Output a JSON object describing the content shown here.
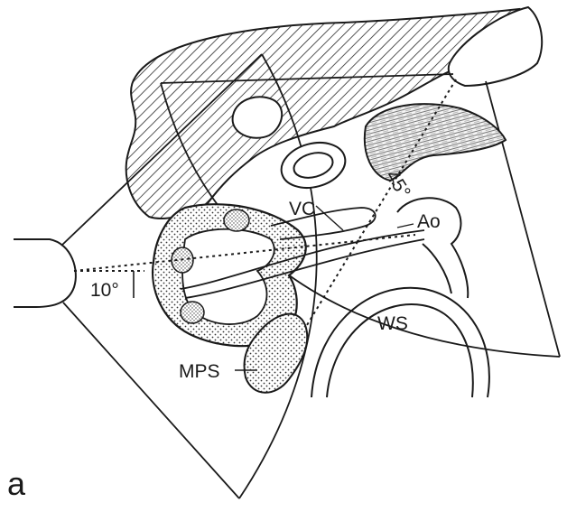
{
  "figure": {
    "panel_label": "a",
    "labels": {
      "vc": "VC",
      "ao": "Ao",
      "ws": "WS",
      "mps": "MPS",
      "angle_10": "10°",
      "angle_45": "45°"
    }
  }
}
